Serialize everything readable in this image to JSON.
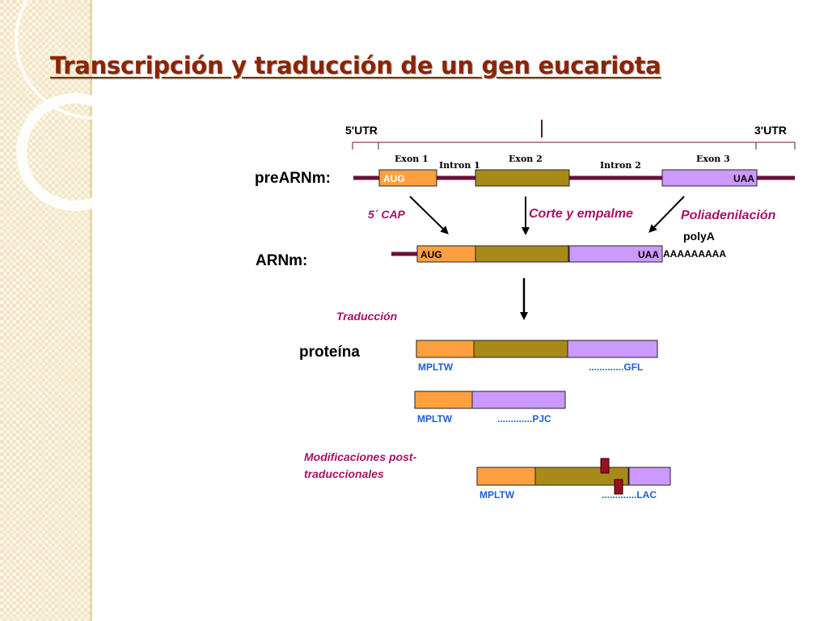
{
  "title": "Transcripción y traducción de un gen eucariota",
  "colors": {
    "title": "#8b2500",
    "line": "#6b0f3a",
    "exon1": "#ffa040",
    "exon2": "#a88a18",
    "exon3": "#cc99ff",
    "annotation": "#aa1166",
    "sequence": "#1f5fd0",
    "modification": "#9b1020"
  },
  "labels": {
    "utr5": "5'UTR",
    "utr3": "3'UTR",
    "exon1": "Exon 1",
    "exon2": "Exon 2",
    "exon3": "Exon 3",
    "intron1": "Intron 1",
    "intron2": "Intron 2",
    "prearnm": "preARNm:",
    "arnm": "ARNm:",
    "proteina": "proteína",
    "start_codon": "AUG",
    "stop_codon": "UAA",
    "cap": "5´ CAP",
    "splicing": "Corte y empalme",
    "polyadenylation": "Poliadenilación",
    "polya": "polyA",
    "polya_tail": "AAAAAAAAA",
    "translation": "Traducción",
    "ptm_line1": "Modificaciones post-",
    "ptm_line2": "traduccionales"
  },
  "proteins": [
    {
      "n_term": "MPLTW",
      "c_term": ".............GFL"
    },
    {
      "n_term": "MPLTW",
      "c_term": ".............PJC"
    },
    {
      "n_term": "MPLTW",
      "c_term": ".............LAC"
    }
  ]
}
